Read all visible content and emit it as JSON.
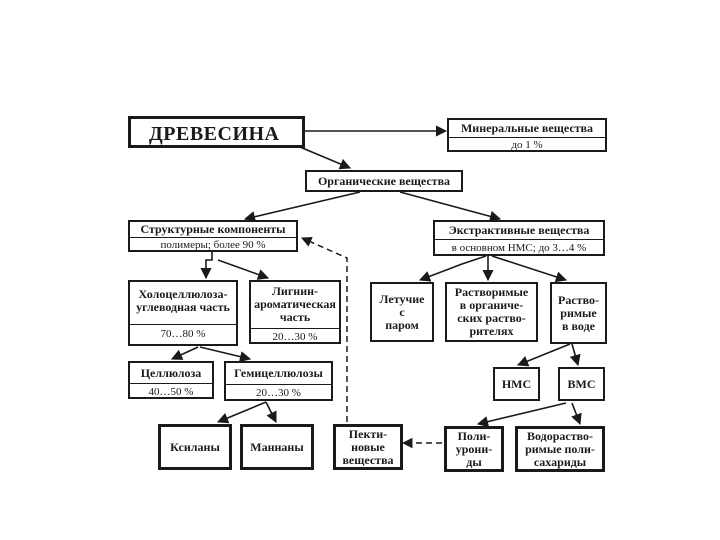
{
  "nodes": {
    "root": "ДРЕВЕСИНА",
    "mineral": {
      "title": "Минеральные вещества",
      "sub": "до 1 %"
    },
    "organic": "Органические вещества",
    "structural": {
      "title": "Структурные компоненты",
      "sub": "полимеры; более 90 %"
    },
    "extractive": {
      "title": "Экстрактивные вещества",
      "sub": "в основном НМС; до 3…4 %"
    },
    "holocellulose": {
      "title": "Холоцеллюлоза-\nуглеводная часть",
      "sub": "70…80 %"
    },
    "lignin": {
      "title": "Лигнин-\nароматическая\nчасть",
      "sub": "20…30 %"
    },
    "volatile": "Летучие\nс\nпаром",
    "soluble_organic": "Растворимые\nв органиче-\nских раство-\nрителях",
    "soluble_water": "Раство-\nримые\nв воде",
    "cellulose": {
      "title": "Целлюлоза",
      "sub": "40…50 %"
    },
    "hemicellulose": {
      "title": "Гемицеллюлозы",
      "sub": "20…30 %"
    },
    "nms": "НМС",
    "vms": "ВМС",
    "xylans": "Ксиланы",
    "mannans": "Маннаны",
    "pectins": "Пекти-\nновые\nвещества",
    "polyuronides": "Поли-\nурони-\nды",
    "water_polysaccharides": "Водораство-\nримые поли-\nсахариды"
  },
  "colors": {
    "ink": "#1a1a1a",
    "background": "#ffffff"
  }
}
